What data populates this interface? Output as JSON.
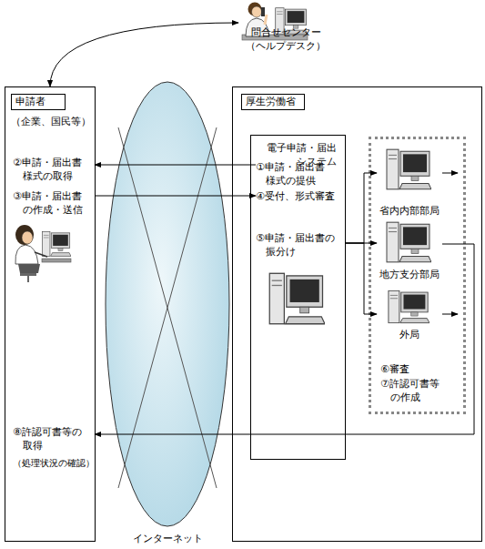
{
  "diagram": {
    "nodes": [
      {
        "text": [
          "問合せセンター （ヘルプデスク）"
        ]
      },
      {
        "text": [
          "申請者",
          "（企業、国民等）"
        ]
      },
      {
        "text": [
          "②申請・届出書 様式の取得"
        ],
        "in": 1
      },
      {
        "text": [
          "③申請・届出書 の作成・送信"
        ],
        "in": 1
      },
      {
        "text": [
          "⑧許認可書等の 取得",
          "（処理状況の確認）"
        ],
        "in": 1
      },
      {
        "text": [
          "インターネット"
        ]
      },
      {
        "text": [
          "厚生労働省"
        ]
      },
      {
        "text": [
          "電子申請・届出 システム"
        ],
        "in": 6
      },
      {
        "text": [
          "①申請・届出書 様式の提供"
        ],
        "in": 7
      },
      {
        "text": [
          "④受付、形式審査"
        ],
        "in": 7
      },
      {
        "text": [
          "⑤申請・届出書の 振分け"
        ],
        "in": 7
      },
      {
        "text": [
          "⑥審査",
          "⑦許認可書等 の作成"
        ],
        "in": 6
      },
      {
        "text": [
          "省内内部部局"
        ],
        "in": 11
      },
      {
        "text": [
          "地方支分部局"
        ],
        "in": 11
      },
      {
        "text": [
          "外局"
        ],
        "in": 11
      }
    ],
    "edges": [
      {
        "from": 1,
        "to": 0,
        "arrow": "both"
      },
      {
        "from": 8,
        "to": 2,
        "arrow": "to"
      },
      {
        "from": 3,
        "to": 9,
        "arrow": "to"
      },
      {
        "from": 10,
        "to": 12,
        "arrow": "to"
      },
      {
        "from": 10,
        "to": 13,
        "arrow": "to"
      },
      {
        "from": 10,
        "to": 14,
        "arrow": "to"
      },
      {
        "from": 13,
        "to": 4,
        "arrow": "to"
      }
    ]
  }
}
